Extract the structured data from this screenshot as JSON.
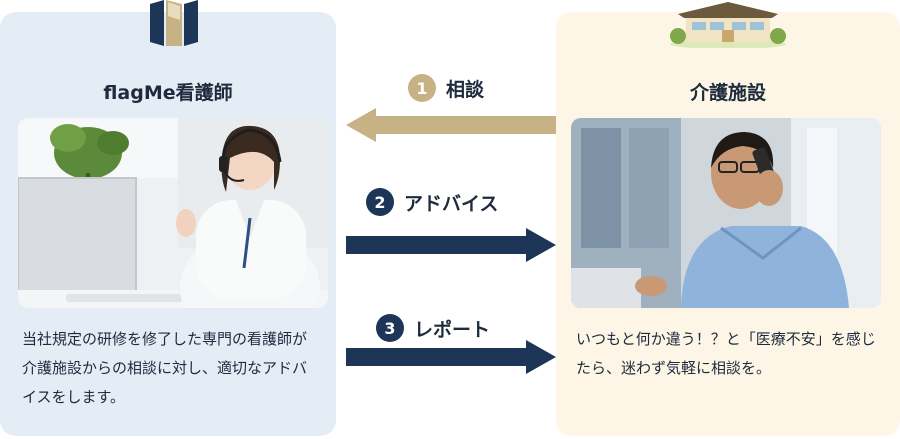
{
  "left_panel": {
    "title": "flagMe看護師",
    "description": "当社規定の研修を修了した専門の看護師が介護施設からの相談に対し、適切なアドバイスをします。",
    "photo_icon": "nurse-with-headset-photo",
    "logo_icon": "flag-logo-icon"
  },
  "right_panel": {
    "title": "介護施設",
    "description": "いつもと何か違う！？と「医療不安」を感じたら、迷わず気軽に相談を。",
    "photo_icon": "caregiver-on-phone-photo",
    "building_icon": "care-facility-building-icon"
  },
  "steps": [
    {
      "number": "1",
      "label": "相談",
      "direction": "left",
      "color": "#c7b286"
    },
    {
      "number": "2",
      "label": "アドバイス",
      "direction": "right",
      "color": "#1d3557"
    },
    {
      "number": "3",
      "label": "レポート",
      "direction": "right",
      "color": "#1d3557"
    }
  ],
  "colors": {
    "navy": "#1d3557",
    "gold": "#c7b286",
    "left_bg": "#e4ecf6",
    "right_bg": "#fdf6e6"
  }
}
